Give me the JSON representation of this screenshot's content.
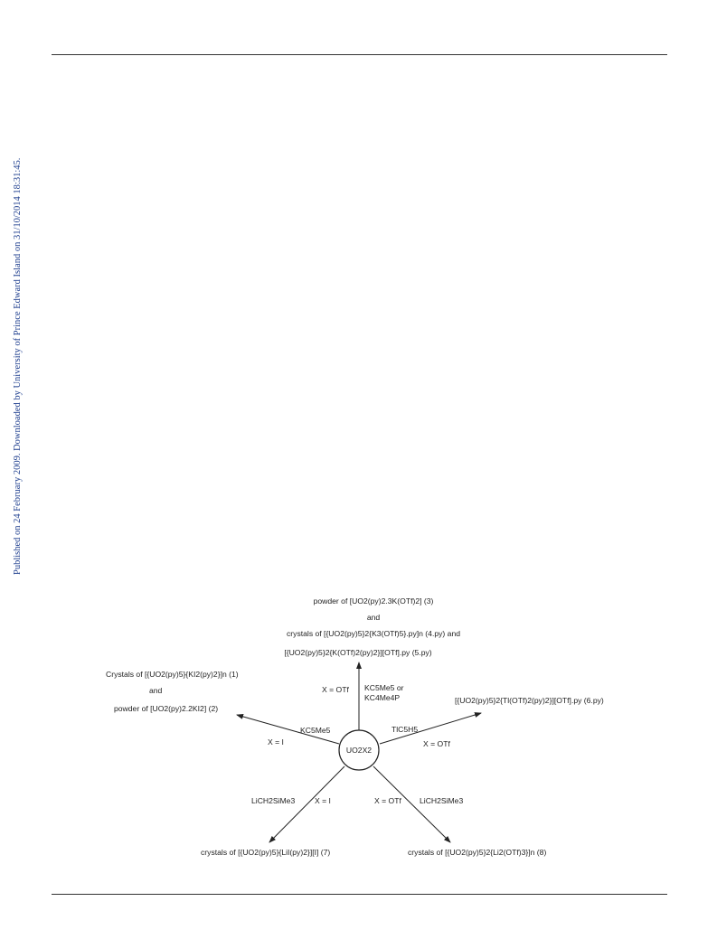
{
  "side_note": "Published on 24 February 2009. Downloaded by University of Prince Edward Island on 31/10/2014 18:31:45.",
  "scheme": {
    "center": "UO2X2",
    "top_cond": "X = OTf",
    "top_reagent_1": "KC5Me5 or",
    "top_reagent_2": "KC4Me4P",
    "top_prod_1": "powder of [UO2(py)2.3K(OTf)2] (3)",
    "top_and_1": "and",
    "top_prod_2": "crystals of [{UO2(py)5}2{K3(OTf)5}.py]n (4.py) and",
    "top_prod_3": "[{UO2(py)5}2{K(OTf)2(py)2}][OTf].py (5.py)",
    "left_reagent": "KC5Me5",
    "left_cond": "X = I",
    "left_prod_1": "Crystals of [{UO2(py)5}{KI2(py)2}]n (1)",
    "left_and": "and",
    "left_prod_2": "powder of [UO2(py)2.2KI2] (2)",
    "right_reagent": "TlC5H5",
    "right_cond": "X = OTf",
    "right_prod": "[{UO2(py)5}2{Tl(OTf)2(py)2}][OTf].py (6.py)",
    "ll_reagent": "LiCH2SiMe3",
    "ll_cond": "X = I",
    "ll_prod": "crystals of [{UO2(py)5}{LiI(py)2}][I] (7)",
    "lr_cond": "X = OTf",
    "lr_reagent": "LiCH2SiMe3",
    "lr_prod": "crystals of [{UO2(py)5}2{Li2(OTf)3}]n (8)"
  }
}
